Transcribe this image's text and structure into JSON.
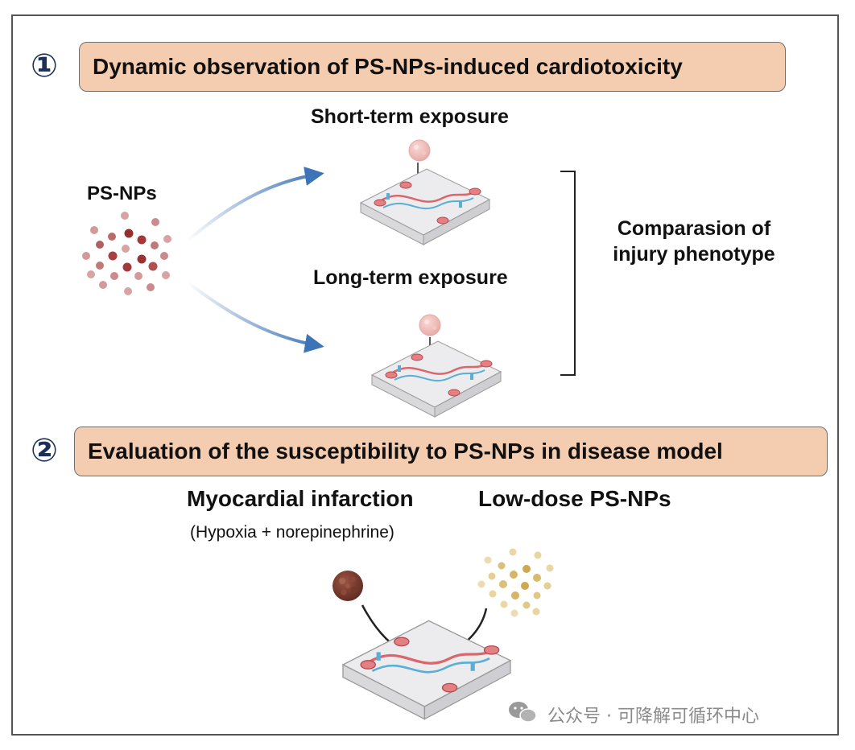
{
  "section1": {
    "number": "①",
    "title": "Dynamic observation of PS-NPs-induced cardiotoxicity",
    "source_label": "PS-NPs",
    "short_term_label": "Short-term exposure",
    "long_term_label": "Long-term exposure",
    "comparison_label": "Comparasion of\ninjury phenotype"
  },
  "section2": {
    "number": "②",
    "title": "Evaluation of the susceptibility to PS-NPs in disease model",
    "disease_label": "Myocardial infarction",
    "disease_sublabel": "(Hypoxia + norepinephrine)",
    "dose_label": "Low-dose PS-NPs"
  },
  "watermark": {
    "icon": "wechat-icon",
    "text": "公众号 · 可降解可循环中心"
  },
  "colors": {
    "banner_fill": "#f4cdb0",
    "number_color": "#1d3158",
    "arrow_blue": "#3d74b6",
    "particle_red": "#a23a3a",
    "particle_gold": "#d9b96a",
    "chip_red": "#d9676b",
    "chip_blue": "#5aaed6"
  }
}
